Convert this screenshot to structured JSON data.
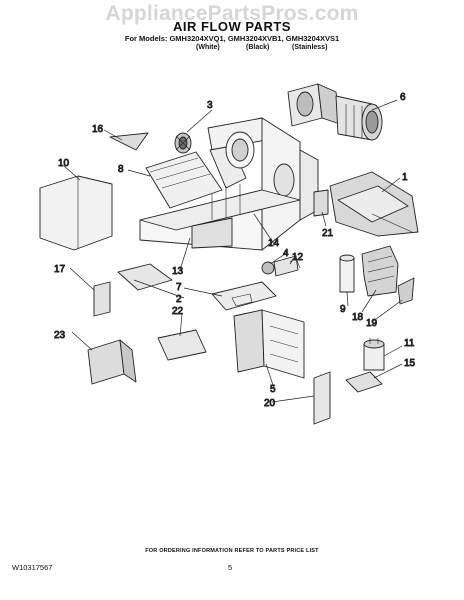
{
  "watermark": "AppliancePartsPros.com",
  "title": "AIR FLOW PARTS",
  "models_line": "For Models: GMH3204XVQ1, GMH3204XVB1, GMH3204XVS1",
  "variants": [
    "(White)",
    "(Black)",
    "(Stainless)"
  ],
  "callouts": [
    "1",
    "2",
    "3",
    "4",
    "5",
    "6",
    "7",
    "8",
    "9",
    "10",
    "11",
    "12",
    "13",
    "14",
    "15",
    "16",
    "17",
    "18",
    "19",
    "20",
    "21",
    "22",
    "23"
  ],
  "footer": {
    "ordering_info": "FOR ORDERING INFORMATION REFER TO PARTS PRICE LIST",
    "document_number": "W10317567",
    "page_number": "5"
  }
}
